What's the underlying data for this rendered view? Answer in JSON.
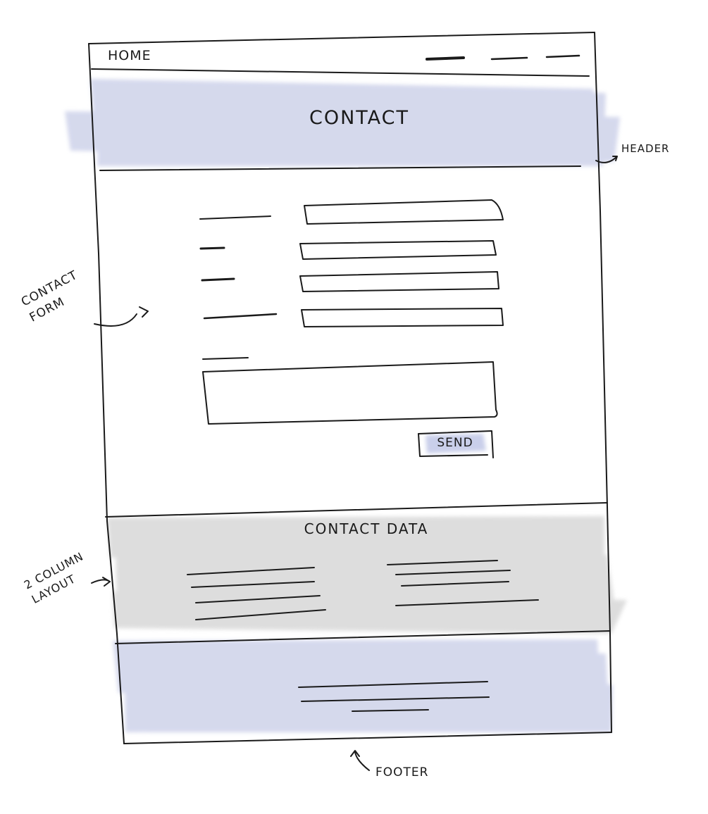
{
  "nav": {
    "home": "HOME"
  },
  "header": {
    "title": "CONTACT"
  },
  "form": {
    "send": "SEND"
  },
  "contact_data": {
    "title": "CONTACT DATA"
  },
  "annotations": {
    "header": "HEADER",
    "contact_form_line1": "CONTACT",
    "contact_form_line2": "FORM",
    "two_col_line1": "2 COLUMN",
    "two_col_line2": "LAYOUT",
    "footer": "FOOTER"
  },
  "colors": {
    "ink": "#1a1a1a",
    "header_wash": "#d3d7ec",
    "data_wash": "#dcdcdc",
    "footer_wash": "#d3d7ec",
    "send_wash": "#c9cfea"
  }
}
